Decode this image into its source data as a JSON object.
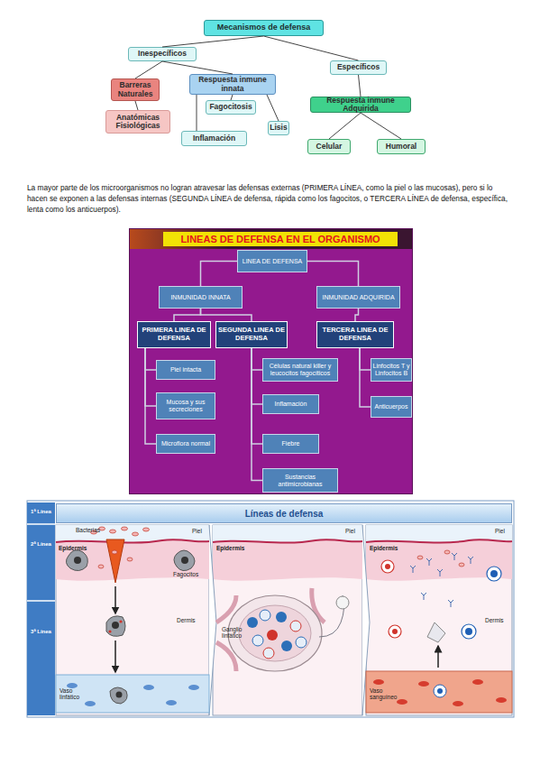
{
  "diagram": {
    "nodes": [
      {
        "text": [
          "Mecanismos de defensa"
        ]
      },
      {
        "text": [
          "Inespecíficos"
        ]
      },
      {
        "text": [
          "Específicos"
        ]
      },
      {
        "text": [
          "Barreras Naturales"
        ]
      },
      {
        "text": [
          "Respuesta inmune innata"
        ]
      },
      {
        "text": [
          "Respuesta inmune Adquirida"
        ]
      },
      {
        "text": [
          "Anatómicas Fisiológicas"
        ]
      },
      {
        "text": [
          "Fagocitosis"
        ]
      },
      {
        "text": [
          "Inflamación"
        ]
      },
      {
        "text": [
          "Lisis"
        ]
      },
      {
        "text": [
          "Celular"
        ]
      },
      {
        "text": [
          "Humoral"
        ]
      },
      {
        "text": [
          "LINEAS DE DEFENSA EN EL ORGANISMO"
        ]
      },
      {
        "text": [
          "LINEA DE DEFENSA"
        ],
        "in": 12
      },
      {
        "text": [
          "INMUNIDAD INNATA"
        ],
        "in": 12
      },
      {
        "text": [
          "INMUNIDAD ADQUIRIDA"
        ],
        "in": 12
      },
      {
        "text": [
          "PRIMERA LINEA DE DEFENSA"
        ],
        "in": 12
      },
      {
        "text": [
          "SEGUNDA LINEA DE DEFENSA"
        ],
        "in": 12
      },
      {
        "text": [
          "TERCERA LINEA DE DEFENSA"
        ],
        "in": 12
      },
      {
        "text": [
          "Piel intacta"
        ],
        "in": 12
      },
      {
        "text": [
          "Mucosa y sus secreciones"
        ],
        "in": 12
      },
      {
        "text": [
          "Microflora normal"
        ],
        "in": 12
      },
      {
        "text": [
          "Células natural killer y leucocitos fagocíticos"
        ],
        "in": 12
      },
      {
        "text": [
          "Inflamación"
        ],
        "in": 12
      },
      {
        "text": [
          "Fiebre"
        ],
        "in": 12
      },
      {
        "text": [
          "Sustancias antimicrobianas"
        ],
        "in": 12
      },
      {
        "text": [
          "Linfocitos T y Linfocitos B"
        ],
        "in": 12
      },
      {
        "text": [
          "Anticuerpos"
        ],
        "in": 12
      },
      {
        "text": [
          "Líneas de defensa"
        ]
      }
    ],
    "edges": [
      {
        "from": 0,
        "to": 1,
        "arrow": "none"
      },
      {
        "from": 0,
        "to": 2,
        "arrow": "none"
      },
      {
        "from": 1,
        "to": 3,
        "arrow": "none"
      },
      {
        "from": 1,
        "to": 4,
        "arrow": "none"
      },
      {
        "from": 2,
        "to": 5,
        "arrow": "none"
      },
      {
        "from": 3,
        "to": 6,
        "arrow": "none"
      },
      {
        "from": 4,
        "to": 7,
        "arrow": "none"
      },
      {
        "from": 4,
        "to": 8,
        "arrow": "none"
      },
      {
        "from": 4,
        "to": 9,
        "arrow": "none"
      },
      {
        "from": 5,
        "to": 10,
        "arrow": "none"
      },
      {
        "from": 5,
        "to": 11,
        "arrow": "none"
      },
      {
        "from": 13,
        "to": 14,
        "arrow": "none"
      },
      {
        "from": 13,
        "to": 15,
        "arrow": "none"
      },
      {
        "from": 14,
        "to": 16,
        "arrow": "none"
      },
      {
        "from": 14,
        "to": 17,
        "arrow": "none"
      },
      {
        "from": 15,
        "to": 18,
        "arrow": "none"
      },
      {
        "from": 16,
        "to": 19,
        "arrow": "none"
      },
      {
        "from": 16,
        "to": 20,
        "arrow": "none"
      },
      {
        "from": 16,
        "to": 21,
        "arrow": "none"
      },
      {
        "from": 17,
        "to": 22,
        "arrow": "none"
      },
      {
        "from": 17,
        "to": 23,
        "arrow": "none"
      },
      {
        "from": 17,
        "to": 24,
        "arrow": "none"
      },
      {
        "from": 17,
        "to": 25,
        "arrow": "none"
      },
      {
        "from": 18,
        "to": 26,
        "arrow": "none"
      },
      {
        "from": 18,
        "to": 27,
        "arrow": "none"
      }
    ],
    "labels": [
      "La mayor parte de los microorganismos no logran atravesar las defensas externas (PRIMERA LÍNEA, como la piel o las mucosas), pero si lo hacen se exponen a las defensas internas (SEGUNDA LÍNEA de defensa, rápida como los fagocitos, o TERCERA LÍNEA de defensa, específica, lenta como los anticuerpos).",
      "1ª Línea",
      "2ª Línea",
      "3ª Línea",
      "Bacterias",
      "Piel",
      "Epidermis",
      "Fagocitos",
      "Dermis",
      "Vaso linfático",
      "Piel",
      "Epidermis",
      "Ganglio linfático",
      "Piel",
      "Epidermis",
      "Dermis",
      "Vaso sanguíneo"
    ]
  }
}
